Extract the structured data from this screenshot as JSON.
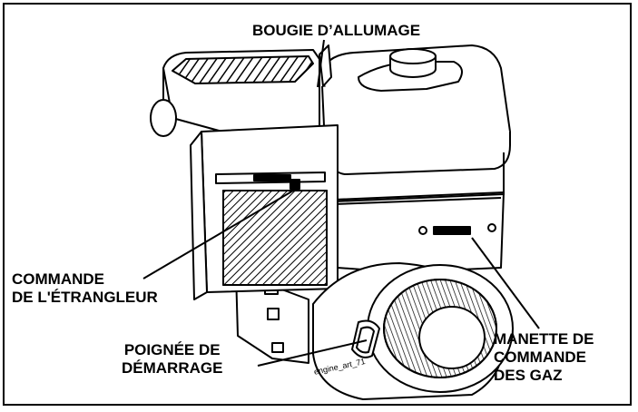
{
  "labels": {
    "spark_plug": "BOUGIE D’ALLUMAGE",
    "choke": [
      "COMMANDE",
      "DE L'ÉTRANGLEUR"
    ],
    "starter_handle": [
      "POIGNÉE DE",
      "DÉMARRAGE"
    ],
    "throttle": [
      "MANETTE DE",
      "COMMANDE",
      "DES GAZ"
    ]
  },
  "image_credit": "engine_art_71"
}
